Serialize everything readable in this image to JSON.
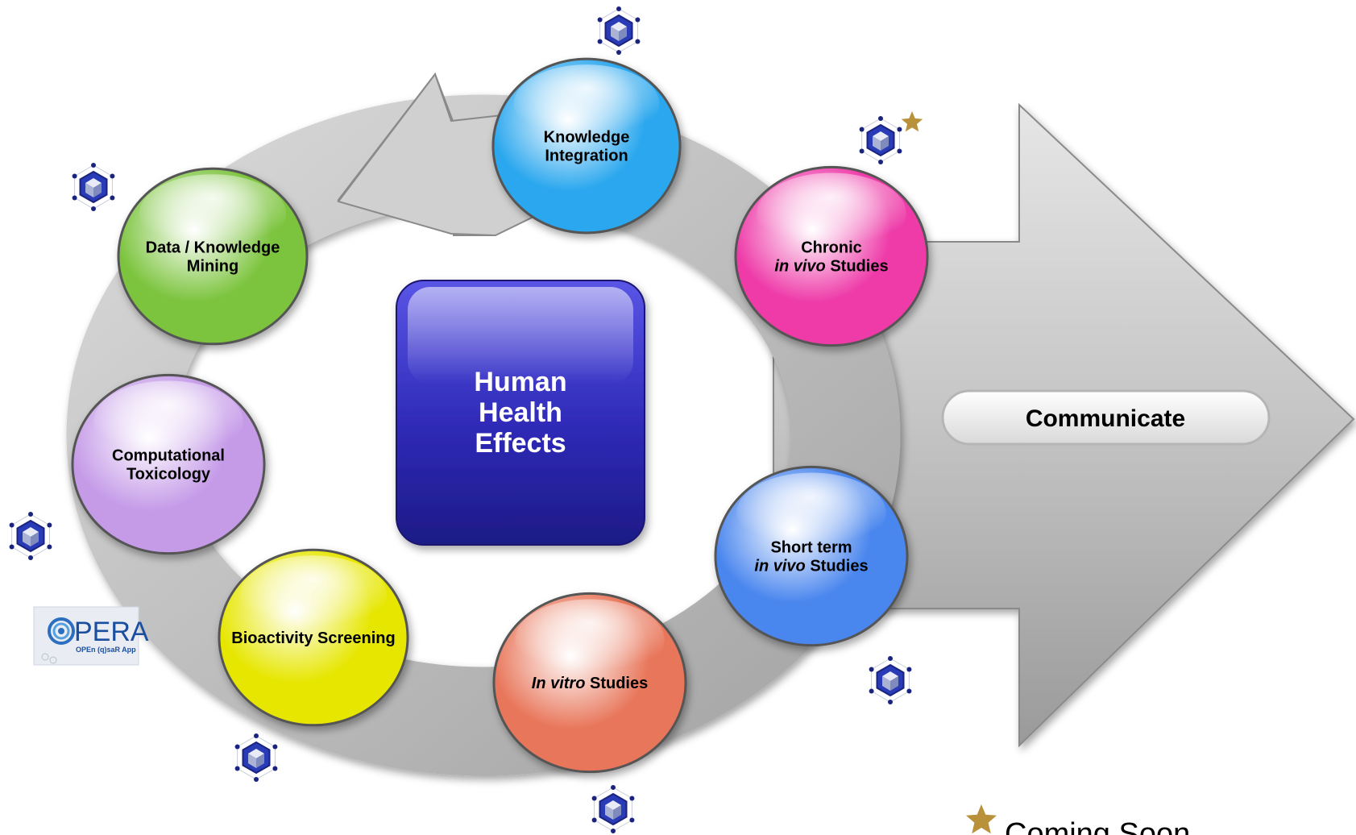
{
  "center": {
    "lines": [
      "Human",
      "Health",
      "Effects"
    ]
  },
  "communicate": {
    "label": "Communicate"
  },
  "nodes": [
    {
      "id": "knowledge-integration",
      "lines": [
        [
          "Knowledge"
        ],
        [
          "Integration"
        ]
      ],
      "color": "#2aa7ee"
    },
    {
      "id": "chronic-in-vivo",
      "lines": [
        [
          "Chronic"
        ],
        [
          "*in vivo*",
          " Studies"
        ]
      ],
      "color": "#ee3aa8"
    },
    {
      "id": "short-term-in-vivo",
      "lines": [
        [
          "Short term"
        ],
        [
          "*in vivo*",
          " Studies"
        ]
      ],
      "color": "#4a86ee"
    },
    {
      "id": "in-vitro",
      "lines": [
        [
          "*In vitro*",
          " Studies"
        ]
      ],
      "color": "#e8765a"
    },
    {
      "id": "bioactivity-screening",
      "lines": [
        [
          "Bioactivity Screening"
        ]
      ],
      "color": "#e6e600"
    },
    {
      "id": "computational-toxicology",
      "lines": [
        [
          "Computational"
        ],
        [
          "Toxicology"
        ]
      ],
      "color": "#c59be8"
    },
    {
      "id": "data-knowledge-mining",
      "lines": [
        [
          "Data / Knowledge"
        ],
        [
          "Mining"
        ]
      ],
      "color": "#7cc43e"
    }
  ],
  "opera": {
    "title": "PERA",
    "subtitle": "OPEn (q)saR App"
  },
  "legend": {
    "label": "Coming Soon",
    "star_color": "#b8913a"
  },
  "icons": {
    "name": "comptox-hexagon-cube-icon",
    "accent": "#2a3bb8"
  }
}
